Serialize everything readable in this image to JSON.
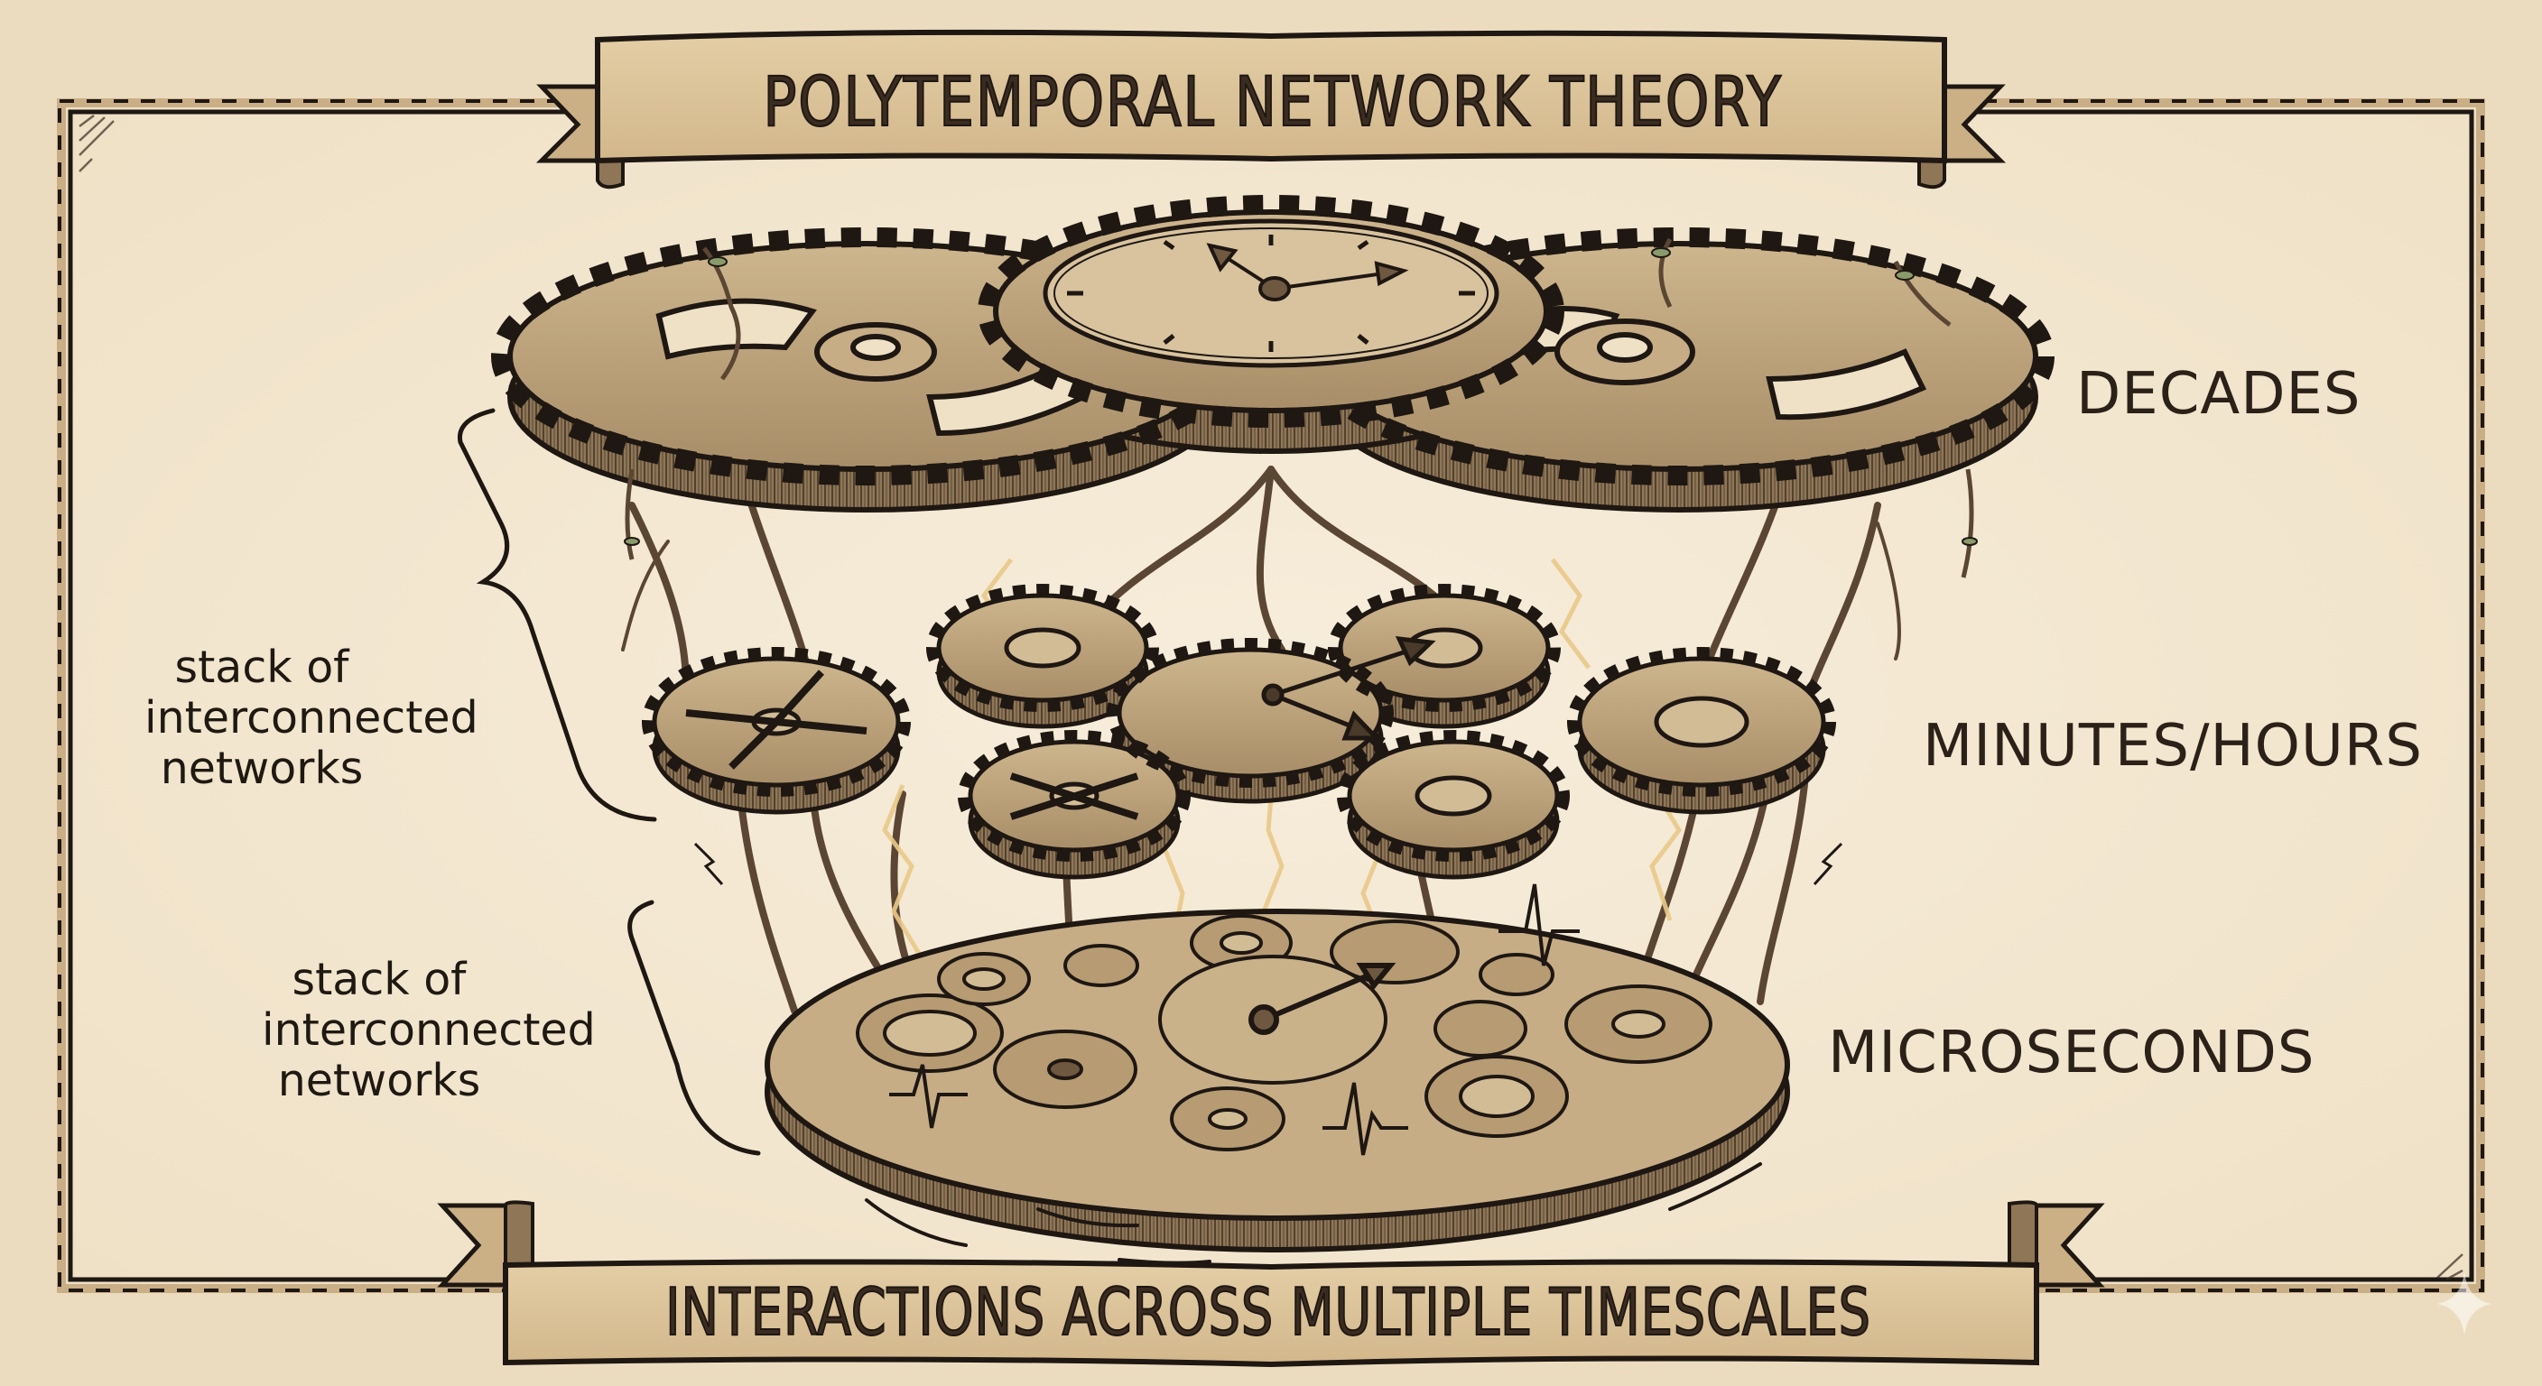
{
  "title_banner": {
    "text": "POLYTEMPORAL NETWORK THEORY"
  },
  "subtitle_banner": {
    "text": "INTERACTIONS ACROSS MULTIPLE TIMESCALES"
  },
  "timescale_labels": [
    {
      "text": "DECADES",
      "layer": "top"
    },
    {
      "text": "MINUTES/HOURS",
      "layer": "middle"
    },
    {
      "text": "MICROSECONDS",
      "layer": "bottom"
    }
  ],
  "annotations": [
    {
      "lines": [
        "stack of",
        "interconnected",
        "networks"
      ],
      "bracket": "upper"
    },
    {
      "lines": [
        "stack of",
        "interconnected",
        "networks"
      ],
      "bracket": "lower"
    }
  ],
  "illustration": {
    "layers": [
      {
        "name": "decades",
        "gear_count": 3,
        "has_clock": true,
        "vines": true
      },
      {
        "name": "minutes-hours",
        "gear_count": 7,
        "has_clock": true
      },
      {
        "name": "microseconds",
        "gear_count": 12,
        "has_clock": true,
        "pulse_signals": 3
      }
    ],
    "connections": "vine tendrils and electric sparks linking layers"
  },
  "colors": {
    "parchment_outer": "#ecdcbf",
    "parchment_inner": "#f4e8d2",
    "ink": "#1e1712",
    "gear_face": "#bfa67f",
    "gear_side": "#8e7656",
    "ribbon": "#dcc49b",
    "spark": "#e9c98a"
  }
}
